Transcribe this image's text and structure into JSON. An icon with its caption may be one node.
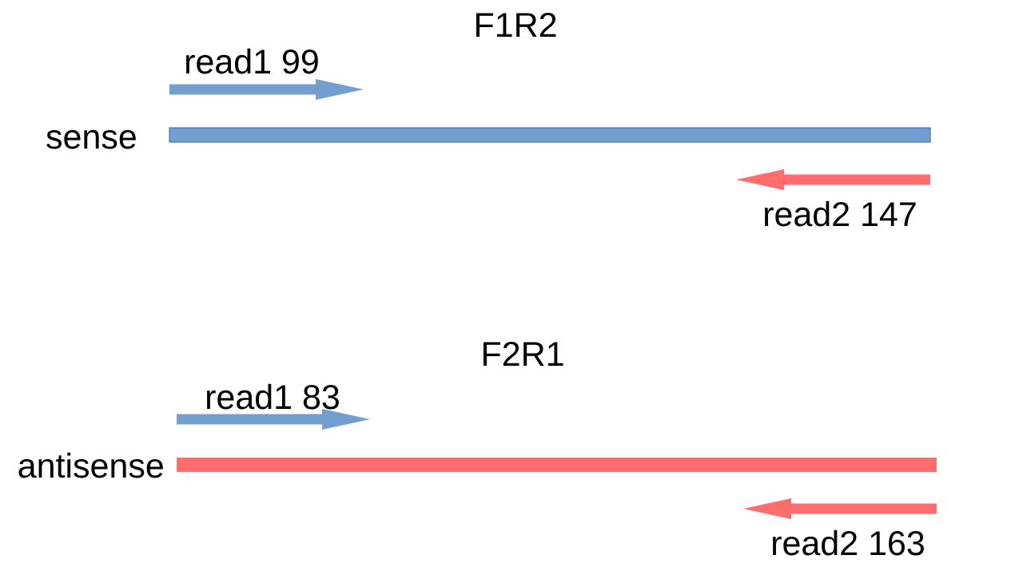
{
  "diagram": {
    "nodes": [
      {
        "text": [],
        "shape": "bar",
        "beside": [
          "sense"
        ]
      },
      {
        "text": [],
        "shape": "bar",
        "beside": [
          "antisense"
        ]
      }
    ],
    "labels": [
      "F1R2",
      "read1 99",
      "read2 147",
      "F2R1",
      "read1 83",
      "read2 163"
    ]
  }
}
